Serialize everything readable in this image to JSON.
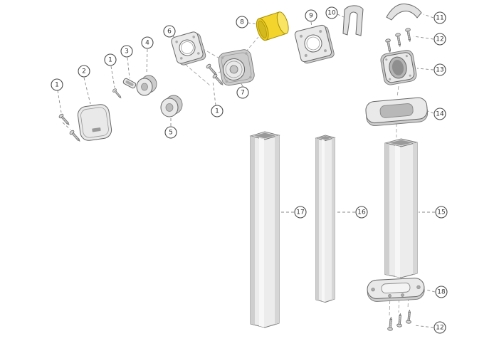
{
  "diagram": {
    "type": "exploded-parts-diagram",
    "callouts": [
      {
        "label": "1"
      },
      {
        "label": "2"
      },
      {
        "label": "1"
      },
      {
        "label": "3"
      },
      {
        "label": "4"
      },
      {
        "label": "6"
      },
      {
        "label": "5"
      },
      {
        "label": "1"
      },
      {
        "label": "7"
      },
      {
        "label": "8"
      },
      {
        "label": "9"
      },
      {
        "label": "10"
      },
      {
        "label": "11"
      },
      {
        "label": "12"
      },
      {
        "label": "13"
      },
      {
        "label": "14"
      },
      {
        "label": "15"
      },
      {
        "label": "16"
      },
      {
        "label": "17"
      },
      {
        "label": "18"
      },
      {
        "label": "12"
      }
    ],
    "highlighted_part_callout": "8"
  },
  "colors": {
    "background": "#ffffff",
    "line": "#666666",
    "part_fill": "#e9e9e9",
    "part_fill_dark": "#cccccc",
    "leader": "#8a8a8a",
    "highlight": "#f3d42c",
    "highlight_light": "#f9e563",
    "highlight_mid": "#e8c91f",
    "highlight_dark": "#d4b91e",
    "highlight_stroke": "#a68f08"
  }
}
